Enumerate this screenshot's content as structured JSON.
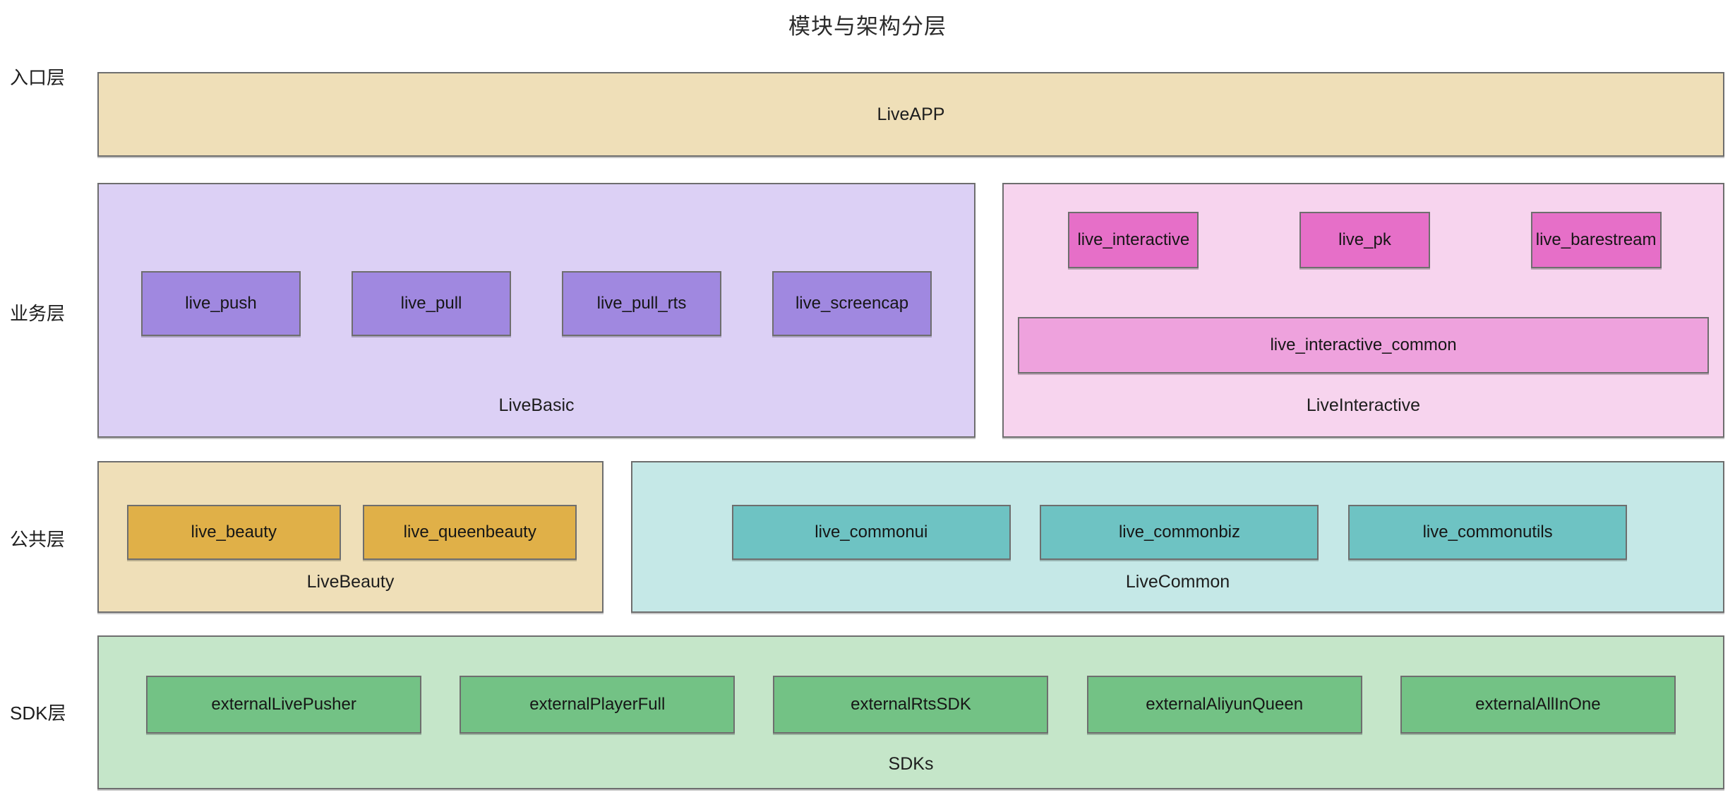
{
  "title": "模块与架构分层",
  "colors": {
    "entry_group_fill": "#efdfb8",
    "basic_group_fill": "#dcd0f5",
    "basic_chip_fill": "#a088e0",
    "interactive_group_fill": "#f7d4ee",
    "interactive_chip_fill": "#e66fc8",
    "interactive_common_fill": "#eea2dd",
    "beauty_group_fill": "#efdfb8",
    "beauty_chip_fill": "#e0b048",
    "common_group_fill": "#c5e8e7",
    "common_chip_fill": "#6ec3c3",
    "sdk_group_fill": "#c5e6c9",
    "sdk_chip_fill": "#73c285",
    "border": "#6e6e6e",
    "text": "#161616",
    "background": "#ffffff"
  },
  "layers": [
    {
      "id": "entry",
      "label": "入口层"
    },
    {
      "id": "business",
      "label": "业务层"
    },
    {
      "id": "public",
      "label": "公共层"
    },
    {
      "id": "sdk",
      "label": "SDK层"
    }
  ],
  "groups": {
    "live_app": {
      "caption": "LiveAPP",
      "modules": []
    },
    "live_basic": {
      "caption": "LiveBasic",
      "modules": [
        "live_push",
        "live_pull",
        "live_pull_rts",
        "live_screencap"
      ]
    },
    "live_interactive": {
      "caption": "LiveInteractive",
      "modules": [
        "live_interactive",
        "live_pk",
        "live_barestream"
      ],
      "wide_module": "live_interactive_common"
    },
    "live_beauty": {
      "caption": "LiveBeauty",
      "modules": [
        "live_beauty",
        "live_queenbeauty"
      ]
    },
    "live_common": {
      "caption": "LiveCommon",
      "modules": [
        "live_commonui",
        "live_commonbiz",
        "live_commonutils"
      ]
    },
    "sdks": {
      "caption": "SDKs",
      "modules": [
        "externalLivePusher",
        "externalPlayerFull",
        "externalRtsSDK",
        "externalAliyunQueen",
        "externalAllInOne"
      ]
    }
  }
}
